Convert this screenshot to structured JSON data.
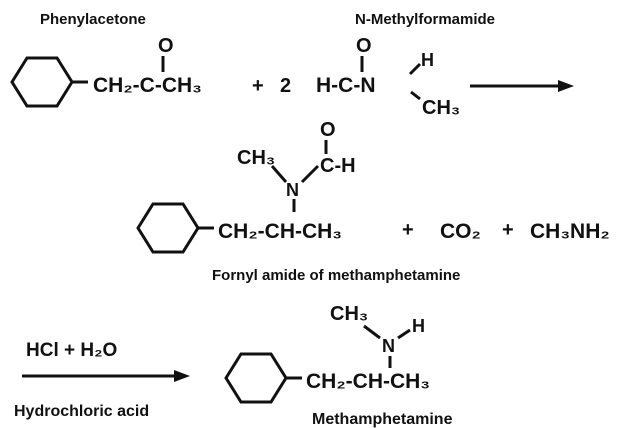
{
  "labels": {
    "phenylacetone": "Phenylacetone",
    "n_methylformamide": "N-Methylformamide",
    "formyl_amide": "Fornyl amide of methamphetamine",
    "hcl_water_text": "HCl + H₂O",
    "hydrochloric_acid": "Hydrochloric acid",
    "methamphetamine": "Methamphetamine"
  },
  "reaction_1": {
    "chain": "CH₂-C-CH₃",
    "carbonyl_o": "O",
    "plus": "+",
    "coefficient": "2",
    "formamide_hc": "H-C-N",
    "formamide_o": "O",
    "formamide_h": "H",
    "formamide_ch3": "CH₃"
  },
  "reaction_2": {
    "chain": "CH₂-CH-CH₃",
    "n_label": "N",
    "n_methyl": "CH₃",
    "formyl_c": "C-H",
    "formyl_o": "O",
    "plus_1": "+",
    "co2": "CO₂",
    "plus_2": "+",
    "methylamine": "CH₃NH₂"
  },
  "reaction_3": {
    "chain": "CH₂-CH-CH₃",
    "n_label": "N",
    "n_methyl": "CH₃",
    "n_h": "H"
  },
  "colors": {
    "ink": "#111111",
    "background": "#ffffff"
  }
}
